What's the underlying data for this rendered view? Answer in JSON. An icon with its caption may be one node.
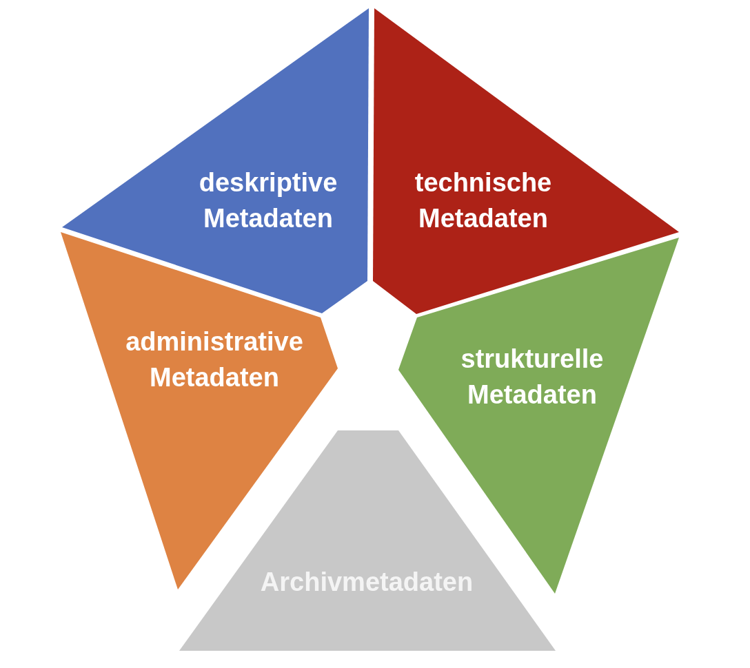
{
  "diagram": {
    "nodes": [
      {
        "text": [
          "deskriptive Metadaten"
        ]
      },
      {
        "text": [
          "technische Metadaten"
        ]
      },
      {
        "text": [
          "administrative Metadaten"
        ]
      },
      {
        "text": [
          "strukturelle Metadaten"
        ]
      },
      {
        "text": [
          "Archivmetadaten"
        ]
      }
    ]
  }
}
